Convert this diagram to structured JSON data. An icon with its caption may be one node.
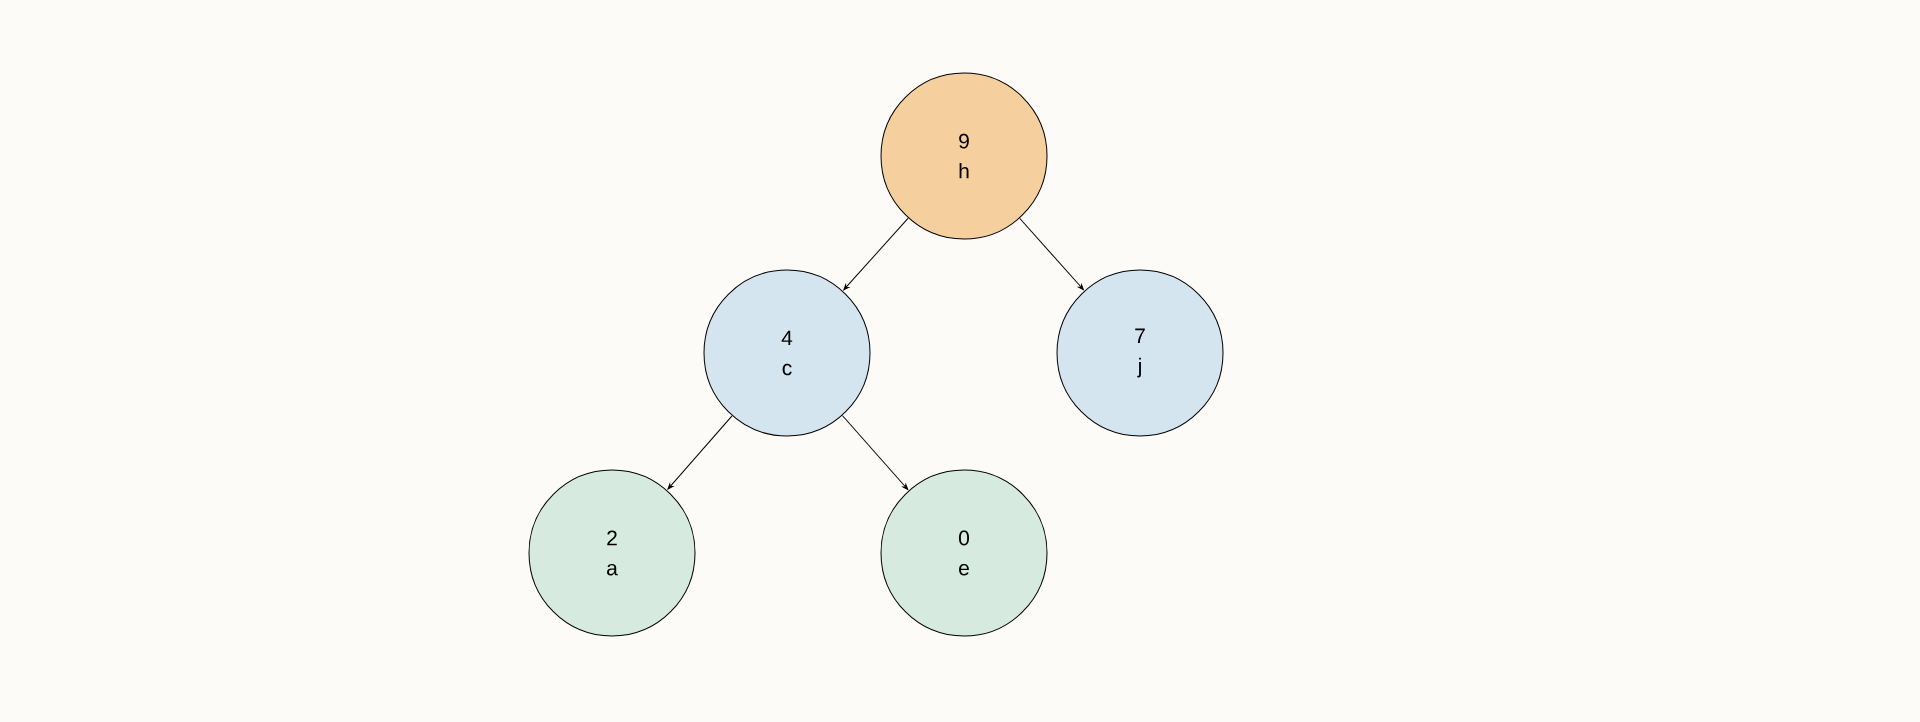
{
  "diagram": {
    "nodes": [
      {
        "text": [
          "9",
          "h"
        ]
      },
      {
        "text": [
          "4",
          "c"
        ]
      },
      {
        "text": [
          "7",
          "j"
        ]
      },
      {
        "text": [
          "2",
          "a"
        ]
      },
      {
        "text": [
          "0",
          "e"
        ]
      }
    ],
    "edges": [
      {
        "from": 0,
        "to": 1,
        "arrow": "to"
      },
      {
        "from": 0,
        "to": 2,
        "arrow": "to"
      },
      {
        "from": 1,
        "to": 3,
        "arrow": "to"
      },
      {
        "from": 1,
        "to": 4,
        "arrow": "to"
      }
    ]
  }
}
